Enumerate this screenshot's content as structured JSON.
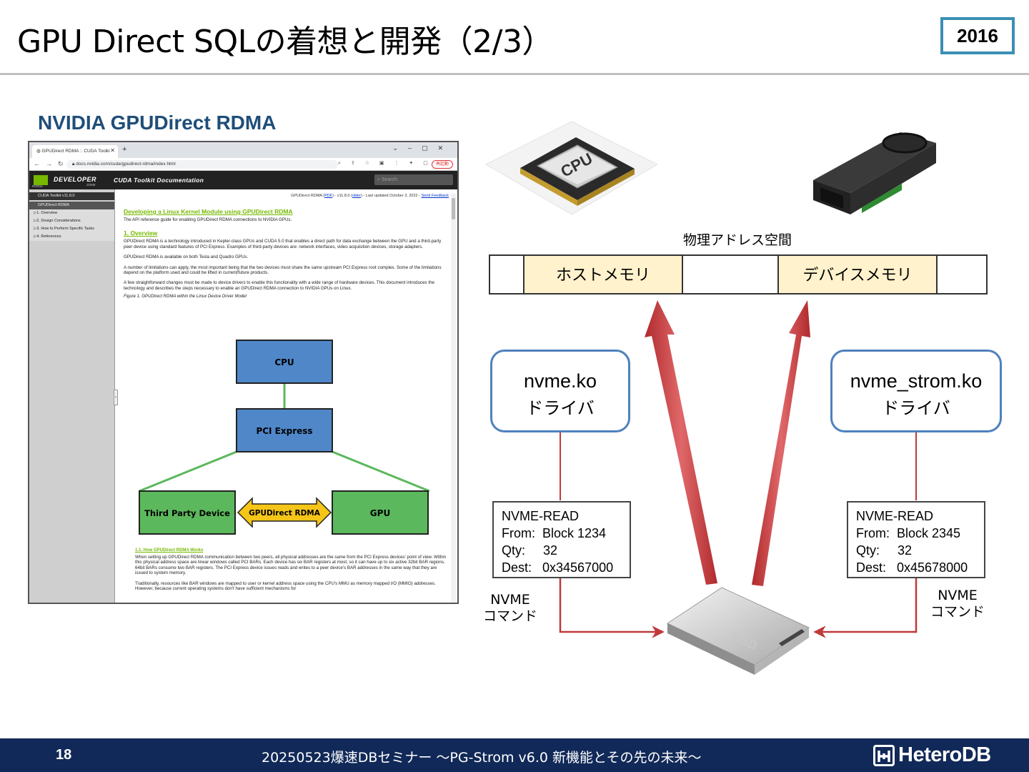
{
  "slide": {
    "title": "GPU Direct SQLの着想と開発（2/3）",
    "year": "2016",
    "section_title": "NVIDIA GPUDirect RDMA"
  },
  "browser": {
    "tab_title": "GPUDirect RDMA :: CUDA Toolki",
    "url": "docs.nvidia.com/cuda/gpudirect-rdma/index.html",
    "restart_label": "再起動",
    "header": {
      "logo_text": "NVIDIA",
      "developer_zone": "DEVELOPER",
      "zone": "ZONE",
      "doc_title": "CUDA Toolkit Documentation",
      "search_placeholder": "Search"
    },
    "sidebar": [
      {
        "label": "CUDA Toolkit v11.8.0",
        "style": "dark"
      },
      {
        "label": "GPUDirect RDMA",
        "style": "mid"
      },
      {
        "label": "▷1. Overview",
        "style": "sub"
      },
      {
        "label": "▷2. Design Considerations",
        "style": "sub"
      },
      {
        "label": "▷3. How to Perform Specific Tasks",
        "style": "sub"
      },
      {
        "label": "▷4. References",
        "style": "sub"
      }
    ],
    "meta": {
      "prefix": "GPUDirect RDMA (",
      "pdf": "PDF",
      "mid": ") - v11.8.0 (",
      "older": "older",
      "updated": ") - Last updated October 3, 2022 - ",
      "feedback": "Send Feedback"
    },
    "doc": {
      "h1": "Developing a Linux Kernel Module using GPUDirect RDMA",
      "intro": "The API reference guide for enabling GPUDirect RDMA connections to NVIDIA GPUs.",
      "h2": "1. Overview",
      "p1": "GPUDirect RDMA is a technology introduced in Kepler-class GPUs and CUDA 5.0 that enables a direct path for data exchange between the GPU and a third-party peer device using standard features of PCI Express. Examples of third-party devices are: network interfaces, video acquisition devices, storage adapters.",
      "p2": "GPUDirect RDMA is available on both Tesla and Quadro GPUs.",
      "p3": "A number of limitations can apply, the most important being that the two devices must share the same upstream PCI Express root complex. Some of the limitations depend on the platform used and could be lifted in current/future products.",
      "p4": "A few straightforward changes must be made to device drivers to enable this functionality with a wide range of hardware devices. This document introduces the technology and describes the steps necessary to enable an GPUDirect RDMA connection to NVIDIA GPUs on Linux.",
      "figure_caption": "Figure 1. GPUDirect RDMA within the Linux Device Driver Model",
      "h3": "1.1. How GPUDirect RDMA Works",
      "p5": "When setting up GPUDirect RDMA communication between two peers, all physical addresses are the same from the PCI Express devices' point of view. Within this physical address space are linear windows called PCI BARs. Each device has six BAR registers at most, so it can have up to six active 32bit BAR regions. 64bit BARs consume two BAR registers. The PCI Express device issues reads and writes to a peer device's BAR addresses in the same way that they are issued to system memory.",
      "p6": "Traditionally, resources like BAR windows are mapped to user or kernel address space using the CPU's MMU as memory mapped I/O (MMIO) addresses. However, because current operating systems don't have sufficient mechanisms for"
    },
    "figure": {
      "cpu": "CPU",
      "pci": "PCI Express",
      "third_party": "Third Party Device",
      "rdma": "GPUDirect RDMA",
      "gpu": "GPU",
      "box_blue": "#4f87c9",
      "box_green": "#5cb85c",
      "arrow_yellow": "#f5c518"
    }
  },
  "diagram": {
    "cpu_chip_label": "CPU",
    "ssd_label": "SSD",
    "address_space_label": "物理アドレス空間",
    "host_memory": "ホストメモリ",
    "device_memory": "デバイスメモリ",
    "driver_left": {
      "name": "nvme.ko",
      "sub": "ドライバ"
    },
    "driver_right": {
      "name": "nvme_strom.ko",
      "sub": "ドライバ"
    },
    "cmd_left": "NVME-READ\nFrom:  Block 1234\nQty:     32\nDest:   0x34567000",
    "cmd_right": "NVME-READ\nFrom:  Block 2345\nQty:     32\nDest:   0x45678000",
    "cmd_label": "NVME\nコマンド",
    "colors": {
      "arrow_red": "#c0393b",
      "memory_fill": "#fff2cc",
      "driver_border": "#4f81bd"
    }
  },
  "footer": {
    "page": "18",
    "text": "20250523爆速DBセミナー ～PG-Strom v6.0  新機能とその先の未来～",
    "logo": "HeteroDB"
  }
}
